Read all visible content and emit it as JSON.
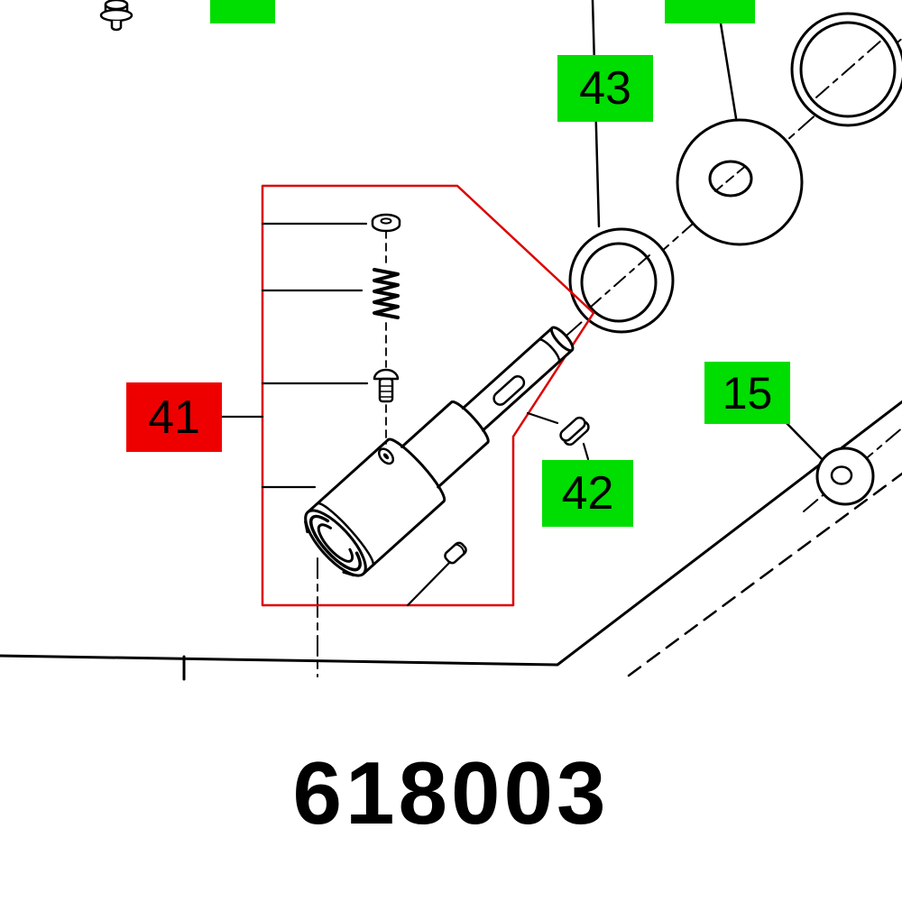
{
  "diagram": {
    "part_number": "618003",
    "badges": [
      {
        "id": "badge-43",
        "label": "43",
        "color": "#00dd00"
      },
      {
        "id": "badge-41",
        "label": "41",
        "color": "#ee0000"
      },
      {
        "id": "badge-42",
        "label": "42",
        "color": "#00dd00"
      },
      {
        "id": "badge-15",
        "label": "15",
        "color": "#00dd00"
      },
      {
        "id": "badge-top-left-cut",
        "label": "",
        "color": "#00dd00"
      },
      {
        "id": "badge-top-right-cut",
        "label": "",
        "color": "#00dd00"
      }
    ],
    "colors": {
      "badge_green": "#00dd00",
      "badge_red": "#ee0000",
      "highlight_outline": "#dd0000",
      "line_art": "#000000",
      "background": "#ffffff"
    },
    "parts_drawn": [
      "top-screw",
      "retaining-ring",
      "large-washer",
      "spacer-ring",
      "spindle-assembly",
      "small-washer",
      "spring",
      "small-screw",
      "pin",
      "key",
      "small-bearing"
    ]
  }
}
